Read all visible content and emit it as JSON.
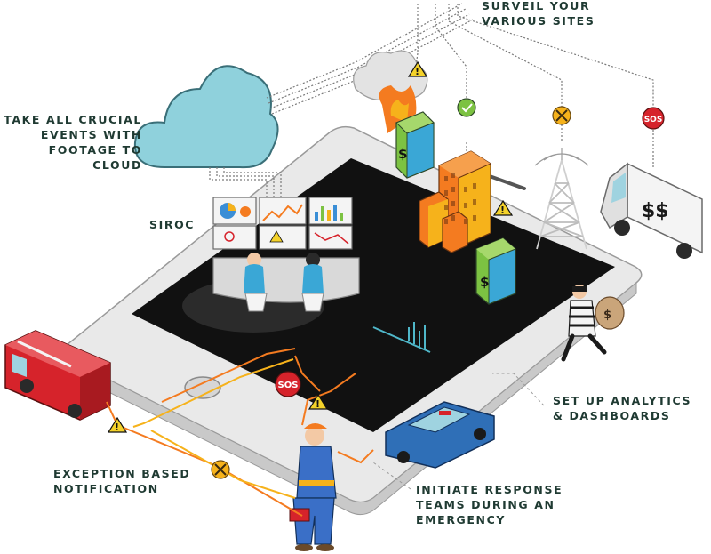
{
  "captions": {
    "surveil": [
      "SURVEIL YOUR",
      "VARIOUS SITES"
    ],
    "cloud": [
      "TAKE ALL CRUCIAL",
      "EVENTS WITH",
      "FOOTAGE TO",
      "CLOUD"
    ],
    "siroc": "SIROC",
    "analytics": [
      "SET UP ANALYTICS",
      "& DASHBOARDS"
    ],
    "exception": [
      "EXCEPTION BASED",
      "NOTIFICATION"
    ],
    "response": [
      "INITIATE RESPONSE",
      "TEAMS DURING AN",
      "EMERGENCY"
    ]
  },
  "badges": {
    "sos": "SOS",
    "money": "$$",
    "dollar": "$"
  },
  "icons": [
    "cloud-icon",
    "warning-icon",
    "check-icon",
    "tools-icon",
    "sos-icon",
    "bar-chart-icon"
  ],
  "colors": {
    "caption_text": "#1f3a32",
    "tablet_screen": "#111111",
    "tablet_body": "#e9e9e9",
    "cloud": "#8fd1dc",
    "warning": "#f4d22a",
    "check": "#7cc242",
    "tools": "#f6b21b",
    "sos": "#d6232b",
    "connector_orange": "#f47b20",
    "connector_gold": "#f6b21b",
    "building_orange": "#f47b20",
    "atm_green": "#7cc242",
    "police_car": "#2f6fb7",
    "fire_truck": "#d6232b"
  }
}
